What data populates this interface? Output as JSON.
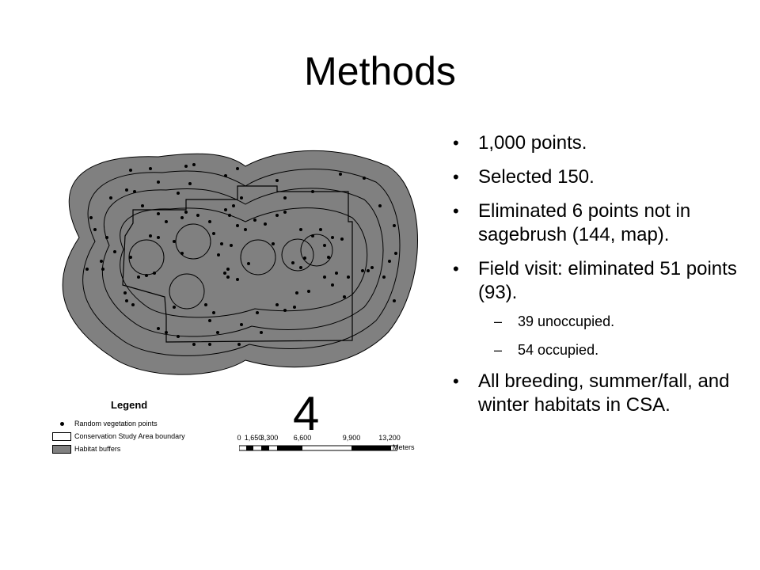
{
  "slide": {
    "title": "Methods"
  },
  "bullets": [
    {
      "text": "1,000 points."
    },
    {
      "text": "Selected 150."
    },
    {
      "text": "Eliminated 6 points not in sagebrush (144, map)."
    },
    {
      "text": "Field visit: eliminated 51 points (93).",
      "sub": [
        {
          "text": "39 unoccupied."
        },
        {
          "text": "54 occupied."
        }
      ]
    },
    {
      "text": "All breeding, summer/fall, and winter habitats in CSA."
    }
  ],
  "map": {
    "number": "4",
    "colors": {
      "buffer_fill": "#808080",
      "outline": "#000000",
      "points": "#000000"
    },
    "legend": {
      "title": "Legend",
      "items": [
        {
          "label": "Random vegetation points",
          "symbol": "dot"
        },
        {
          "label": "Conservation Study Area boundary",
          "symbol": "box-white"
        },
        {
          "label": "Habitat buffers",
          "symbol": "box-gray"
        }
      ]
    },
    "scale": {
      "labels": [
        "0",
        "1,650",
        "3,300",
        "6,600",
        "9,900",
        "13,200"
      ],
      "units": "Meters"
    }
  }
}
